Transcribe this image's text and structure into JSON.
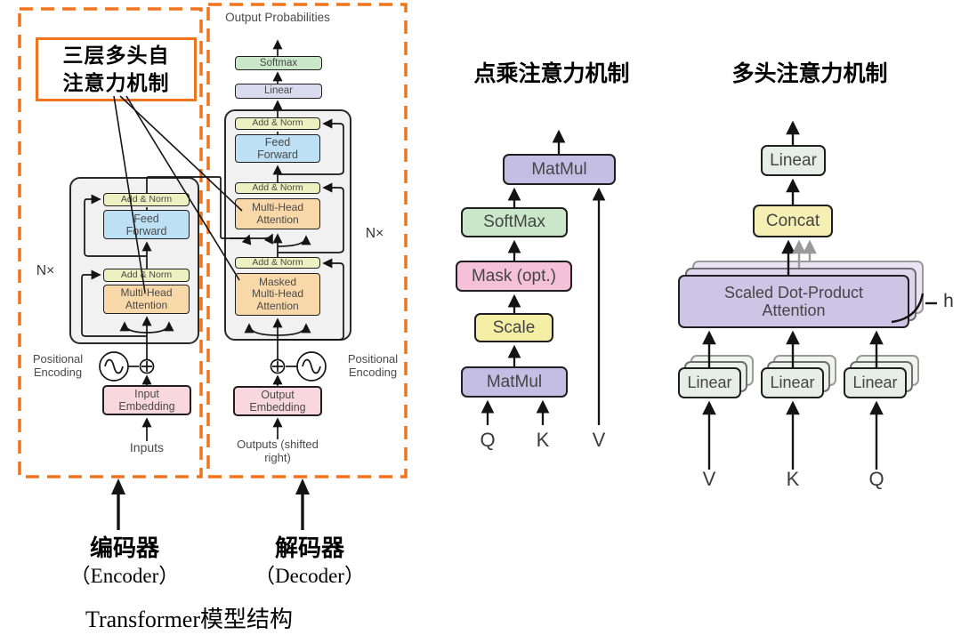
{
  "colors": {
    "accent_orange": "#F0731E",
    "add_norm": "#EBF1C1",
    "feed_forward": "#BDE0F5",
    "attention": "#F8D8A8",
    "embedding": "#F8D8DE",
    "softmax_box": "#CBE7CA",
    "linear_box": "#DBDBEF",
    "matmul": "#C5BEE4",
    "mask": "#F5C1D8",
    "scale": "#F5EFA5",
    "concat": "#F5EFB3",
    "sdpa": "#CCC5E6",
    "linear_plain": "#E7EDE8",
    "panel_gray": "#F1F1F1"
  },
  "transformer": {
    "callout_line1": "三层多头自",
    "callout_line2": "注意力机制",
    "caption": "Transformer模型结构",
    "encoder": {
      "n_label": "N×",
      "add_norm": "Add & Norm",
      "feed_forward": "Feed Forward",
      "attention": "Multi-Head Attention",
      "pos_encoding": "Positional Encoding",
      "embedding": "Input Embedding",
      "io_label": "Inputs",
      "name_zh": "编码器",
      "name_en": "（Encoder）"
    },
    "decoder": {
      "output_label": "Output Probabilities",
      "softmax": "Softmax",
      "linear": "Linear",
      "add_norm": "Add & Norm",
      "feed_forward": "Feed Forward",
      "attention": "Multi-Head Attention",
      "masked_attention": "Masked Multi-Head Attention",
      "n_label": "N×",
      "pos_encoding": "Positional Encoding",
      "embedding": "Output Embedding",
      "io_label": "Outputs (shifted right)",
      "name_zh": "解码器",
      "name_en": "（Decoder）"
    }
  },
  "dot_attention": {
    "title": "点乘注意力机制",
    "matmul_top": "MatMul",
    "softmax": "SoftMax",
    "mask": "Mask (opt.)",
    "scale": "Scale",
    "matmul_bottom": "MatMul",
    "q": "Q",
    "k": "K",
    "v": "V"
  },
  "multi_head": {
    "title": "多头注意力机制",
    "linear_top": "Linear",
    "concat": "Concat",
    "attention": "Scaled Dot-Product Attention",
    "linear_v": "Linear",
    "linear_k": "Linear",
    "linear_q": "Linear",
    "h_label": "h",
    "v": "V",
    "k": "K",
    "q": "Q"
  }
}
